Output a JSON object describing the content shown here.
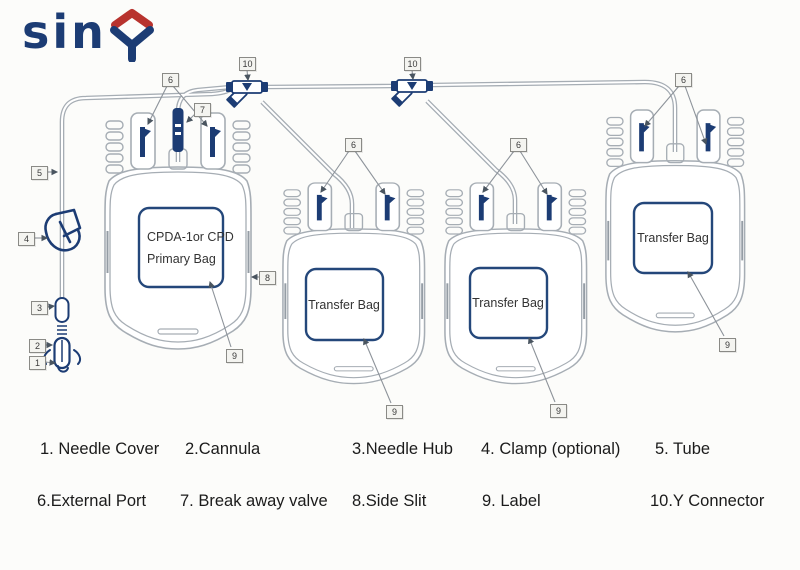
{
  "logo": {
    "word": "sin",
    "y_letter": "Y"
  },
  "bags": {
    "primary": {
      "line1": "CPDA-1or CPD",
      "line2": "Primary Bag"
    },
    "transfer_label": "Transfer Bag"
  },
  "callouts": {
    "n1": "1",
    "n2": "2",
    "n3": "3",
    "n4": "4",
    "n5": "5",
    "n6": "6",
    "n7": "7",
    "n8": "8",
    "n9": "9",
    "n10": "10"
  },
  "legend": {
    "row1": [
      "1. Needle Cover",
      "2.Cannula",
      "3.Needle Hub",
      "4. Clamp (optional)",
      "5. Tube"
    ],
    "row2": [
      "6.External Port",
      "7. Break away valve",
      "8.Side Slit",
      "9. Label",
      "10.Y Connector"
    ]
  },
  "colors": {
    "navy": "#1c3c74",
    "red": "#b8332e",
    "line_gray": "#a6adb4",
    "leader_gray": "#8d939a",
    "text": "#1b1b1b",
    "label_border": "#24477a"
  }
}
